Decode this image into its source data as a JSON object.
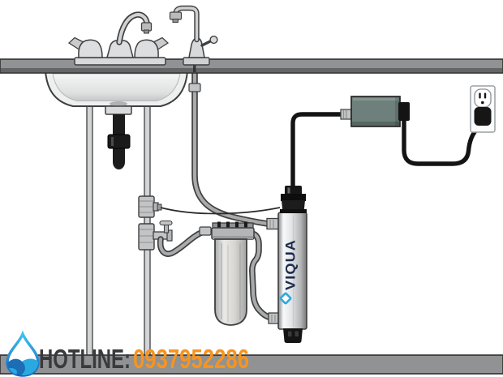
{
  "branding": {
    "uv_unit_label": "VIQUA",
    "uv_label_color": "#1d2c4e",
    "uv_diamond_color": "#2aabe2"
  },
  "hotline": {
    "label": "HOTLINE:",
    "number": "0937952286",
    "label_color": "#3a3a3c",
    "number_color": "#f7941e"
  },
  "colors": {
    "countertop": "#909294",
    "floor": "#909294",
    "outline": "#3f3f3f",
    "tube": "#a8aaac",
    "power_supply_body": "#6e807b",
    "stainless_highlight": "#f7f8f9",
    "filter_body": "#d8d6d2",
    "drop_blue_light": "#3fc1f0",
    "drop_blue_dark": "#1565c0"
  },
  "components": [
    "kitchen-sink",
    "main-faucet",
    "drinking-water-faucet",
    "drain-tailpiece",
    "supply-pipes",
    "feed-water-adapter",
    "shutoff-valve",
    "pre-filter-housing",
    "uv-disinfection-unit",
    "power-supply",
    "power-cord",
    "wall-outlet",
    "countertop",
    "floor",
    "water-drop-logo",
    "hotline"
  ]
}
